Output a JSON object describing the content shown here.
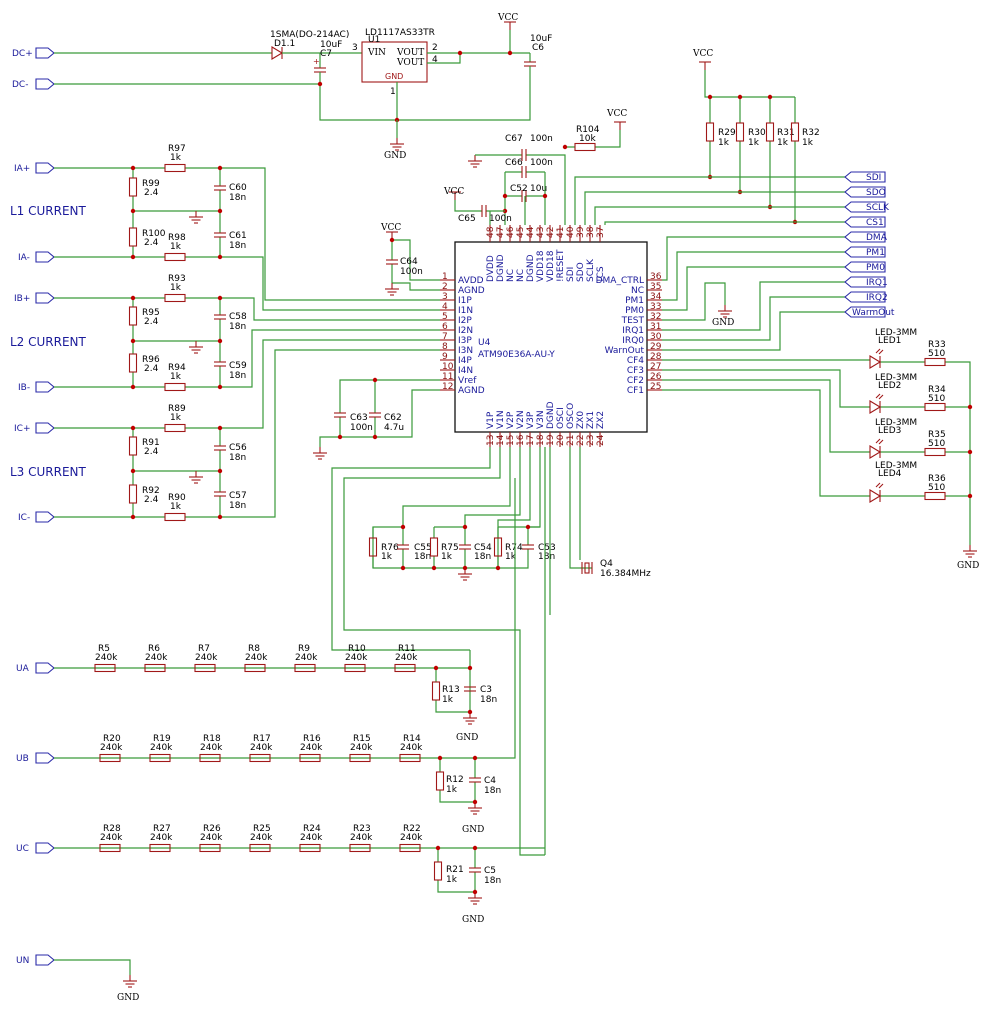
{
  "global_labels": {
    "dcp": "DC+",
    "dcm": "DC-",
    "ia_p": "IA+",
    "ia_m": "IA-",
    "ib_p": "IB+",
    "ib_m": "IB-",
    "ic_p": "IC+",
    "ic_m": "IC-",
    "ua": "UA",
    "ub": "UB",
    "uc": "UC",
    "un": "UN",
    "sdi": "SDI",
    "sdo": "SDO",
    "sclk": "SCLK",
    "cs1": "CS1",
    "dma": "DMA",
    "pm1": "PM1",
    "pm0": "PM0",
    "irq1": "IRQ1",
    "irq2": "IRQ2",
    "warmout": "WarmOut"
  },
  "section_labels": {
    "l1": "L1 CURRENT",
    "l2": "L2 CURRENT",
    "l3": "L3 CURRENT"
  },
  "power": {
    "vcc": "VCC",
    "gnd": "GND"
  },
  "power_section": {
    "d1_ref": "D1.1",
    "d1_val": "1SMA(DO-214AC)",
    "c7_ref": "C7",
    "c7_val": "10uF",
    "c6_ref": "C6",
    "c6_val": "10uF",
    "u1_ref": "U1",
    "u1_val": "LD1117AS33TR",
    "u1_vin": "VIN",
    "u1_vout": "VOUT",
    "u1_gnd": "GND",
    "u1_p3": "3",
    "u1_p2": "2",
    "u1_p4": "4",
    "u1_p1": "1"
  },
  "components": {
    "r97": "R97",
    "r97v": "1k",
    "r99": "R99",
    "r99v": "2.4",
    "r100": "R100",
    "r100v": "2.4",
    "r98": "R98",
    "r98v": "1k",
    "c60": "C60",
    "c60v": "18n",
    "c61": "C61",
    "c61v": "18n",
    "r93": "R93",
    "r93v": "1k",
    "r95": "R95",
    "r95v": "2.4",
    "r96": "R96",
    "r96v": "2.4",
    "r94": "R94",
    "r94v": "1k",
    "c58": "C58",
    "c58v": "18n",
    "c59": "C59",
    "c59v": "18n",
    "r89": "R89",
    "r89v": "1k",
    "r91": "R91",
    "r91v": "2.4",
    "r92": "R92",
    "r92v": "2.4",
    "r90": "R90",
    "r90v": "1k",
    "c56": "C56",
    "c56v": "18n",
    "c57": "C57",
    "c57v": "18n",
    "c64": "C64",
    "c64v": "100n",
    "c63": "C63",
    "c63v": "100n",
    "c62": "C62",
    "c62v": "4.7u",
    "c67": "C67",
    "c67v": "100n",
    "c66": "C66",
    "c66v": "100n",
    "c52": "C52",
    "c52v": "10u",
    "c65": "C65",
    "c65v": "100n",
    "r104": "R104",
    "r104v": "10k",
    "r29": "R29",
    "r29v": "1k",
    "r30": "R30",
    "r30v": "1k",
    "r31": "R31",
    "r31v": "1k",
    "r32": "R32",
    "r32v": "1k",
    "r76": "R76",
    "r76v": "1k",
    "c55": "C55",
    "c55v": "18n",
    "r75": "R75",
    "r75v": "1k",
    "c54": "C54",
    "c54v": "18n",
    "r74": "R74",
    "r74v": "1k",
    "c53": "C53",
    "c53v": "18n",
    "q4": "Q4",
    "q4v": "16.384MHz",
    "r33": "R33",
    "r33v": "510",
    "r34": "R34",
    "r34v": "510",
    "r35": "R35",
    "r35v": "510",
    "r36": "R36",
    "r36v": "510",
    "led1": "LED1",
    "led2": "LED2",
    "led3": "LED3",
    "led4": "LED4",
    "ledv": "LED-3MM",
    "r5": "R5",
    "r6": "R6",
    "r7": "R7",
    "r8": "R8",
    "r9": "R9",
    "r10": "R10",
    "r11": "R11",
    "r20": "R20",
    "r19": "R19",
    "r18": "R18",
    "r17": "R17",
    "r16": "R16",
    "r15": "R15",
    "r14": "R14",
    "r28": "R28",
    "r27": "R27",
    "r26": "R26",
    "r25": "R25",
    "r24": "R24",
    "r23": "R23",
    "r22": "R22",
    "rv240": "240k",
    "r13": "R13",
    "r13v": "1k",
    "c3": "C3",
    "c3v": "18n",
    "r12": "R12",
    "r12v": "1k",
    "c4": "C4",
    "c4v": "18n",
    "r21": "R21",
    "r21v": "1k",
    "c5": "C5",
    "c5v": "18n"
  },
  "ic_u4": {
    "ref": "U4",
    "value": "ATM90E36A-AU-Y",
    "left_pins": [
      {
        "num": "1",
        "name": "AVDD"
      },
      {
        "num": "2",
        "name": "AGND"
      },
      {
        "num": "3",
        "name": "I1P"
      },
      {
        "num": "4",
        "name": "I1N"
      },
      {
        "num": "5",
        "name": "I2P"
      },
      {
        "num": "6",
        "name": "I2N"
      },
      {
        "num": "7",
        "name": "I3P"
      },
      {
        "num": "8",
        "name": "I3N"
      },
      {
        "num": "9",
        "name": "I4P"
      },
      {
        "num": "10",
        "name": "I4N"
      },
      {
        "num": "11",
        "name": "Vref"
      },
      {
        "num": "12",
        "name": "AGND"
      }
    ],
    "right_pins": [
      {
        "num": "36",
        "name": "DMA_CTRL"
      },
      {
        "num": "35",
        "name": "NC"
      },
      {
        "num": "34",
        "name": "PM1"
      },
      {
        "num": "33",
        "name": "PM0"
      },
      {
        "num": "32",
        "name": "TEST"
      },
      {
        "num": "31",
        "name": "IRQ1"
      },
      {
        "num": "30",
        "name": "IRQ0"
      },
      {
        "num": "29",
        "name": "WarnOut"
      },
      {
        "num": "28",
        "name": "CF4"
      },
      {
        "num": "27",
        "name": "CF3"
      },
      {
        "num": "26",
        "name": "CF2"
      },
      {
        "num": "25",
        "name": "CF1"
      }
    ],
    "top_pins": [
      {
        "num": "48",
        "name": "DVDD"
      },
      {
        "num": "47",
        "name": "DGND"
      },
      {
        "num": "46",
        "name": "NC"
      },
      {
        "num": "45",
        "name": "NC"
      },
      {
        "num": "44",
        "name": "DGND"
      },
      {
        "num": "43",
        "name": "VDD18"
      },
      {
        "num": "42",
        "name": "VDD18"
      },
      {
        "num": "41",
        "name": "!RESET"
      },
      {
        "num": "40",
        "name": "SDI"
      },
      {
        "num": "39",
        "name": "SDO"
      },
      {
        "num": "38",
        "name": "SCLK"
      },
      {
        "num": "37",
        "name": "!CS"
      }
    ],
    "bottom_pins": [
      {
        "num": "13",
        "name": "V1P"
      },
      {
        "num": "14",
        "name": "V1N"
      },
      {
        "num": "15",
        "name": "V2P"
      },
      {
        "num": "16",
        "name": "V2N"
      },
      {
        "num": "17",
        "name": "V3P"
      },
      {
        "num": "18",
        "name": "V3N"
      },
      {
        "num": "19",
        "name": "DGND"
      },
      {
        "num": "20",
        "name": "OSCI"
      },
      {
        "num": "21",
        "name": "OSCO"
      },
      {
        "num": "22",
        "name": "ZX0"
      },
      {
        "num": "23",
        "name": "ZX1"
      },
      {
        "num": "24",
        "name": "ZX2"
      }
    ]
  }
}
